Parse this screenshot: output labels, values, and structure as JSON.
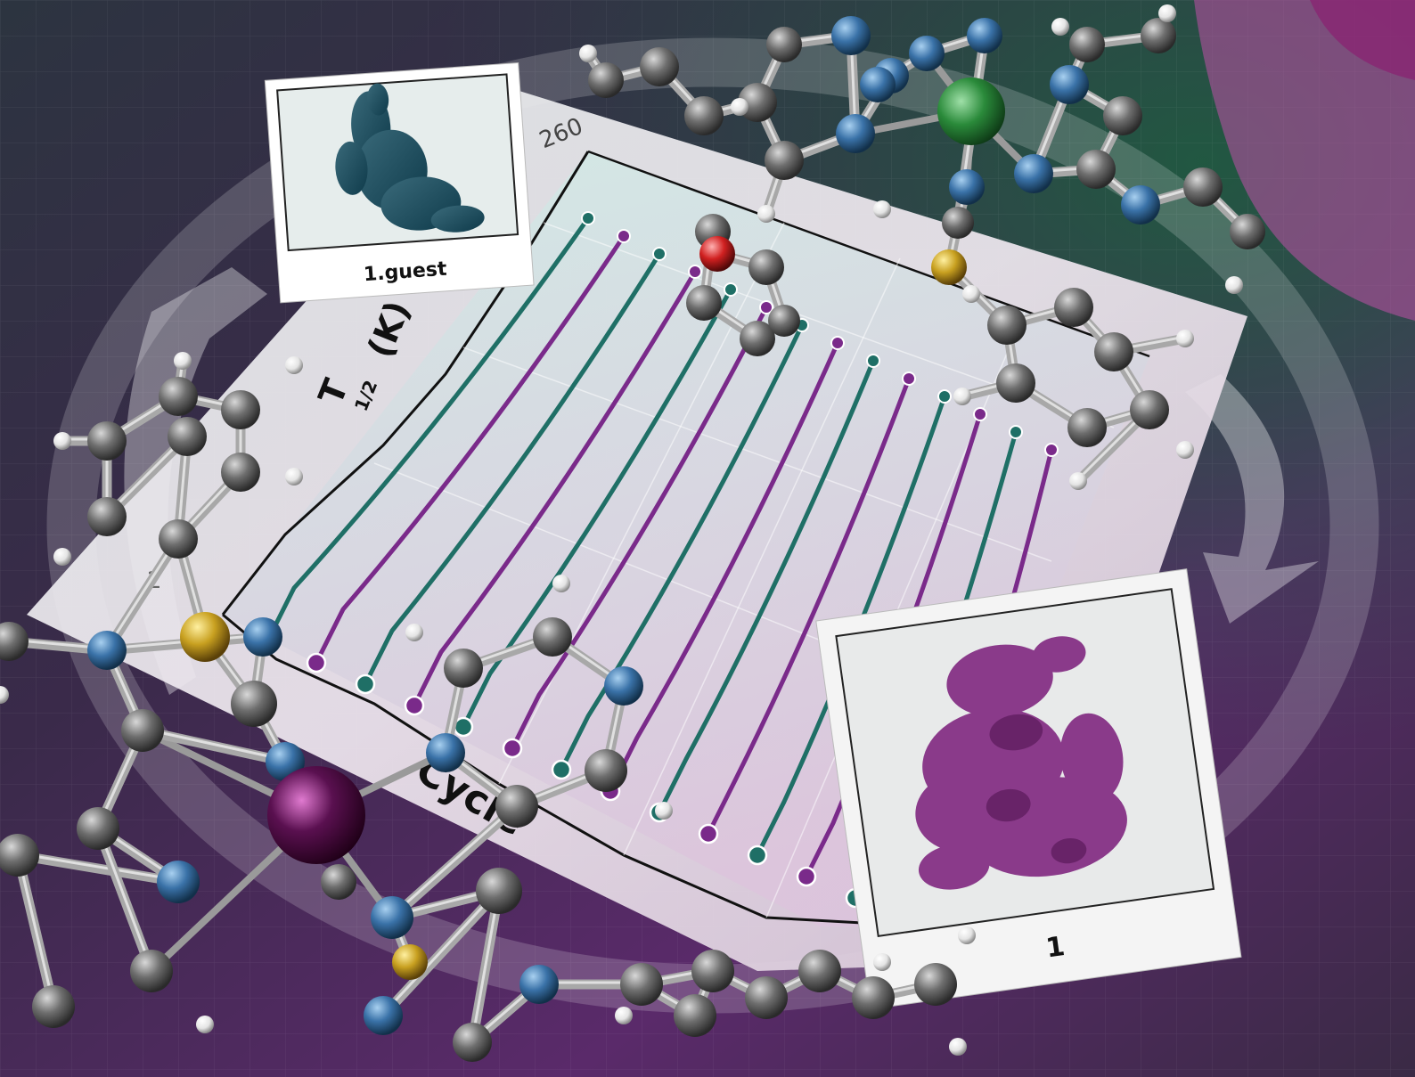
{
  "graph": {
    "y_axis_label": "T",
    "y_axis_subscript": "1/2",
    "y_axis_unit": "(K)",
    "x_axis_label": "Cycle",
    "tick_top": "260",
    "tick_bottom": "2"
  },
  "photos": {
    "top_left_caption": "1.guest",
    "bottom_right_caption": "1"
  },
  "colors": {
    "green_series": "#1f6f66",
    "purple_series": "#7a2a8a",
    "background_purple": "#5a2a6a",
    "background_green": "#1f4a3a",
    "metal_green": "#2a8a3a",
    "metal_purple": "#5a1050",
    "atom_nitrogen": "#3a72a8",
    "atom_carbon": "#6e6e6e",
    "atom_sulfur": "#c8a020",
    "atom_oxygen": "#d02020",
    "atom_hydrogen": "#f2f2f2"
  }
}
